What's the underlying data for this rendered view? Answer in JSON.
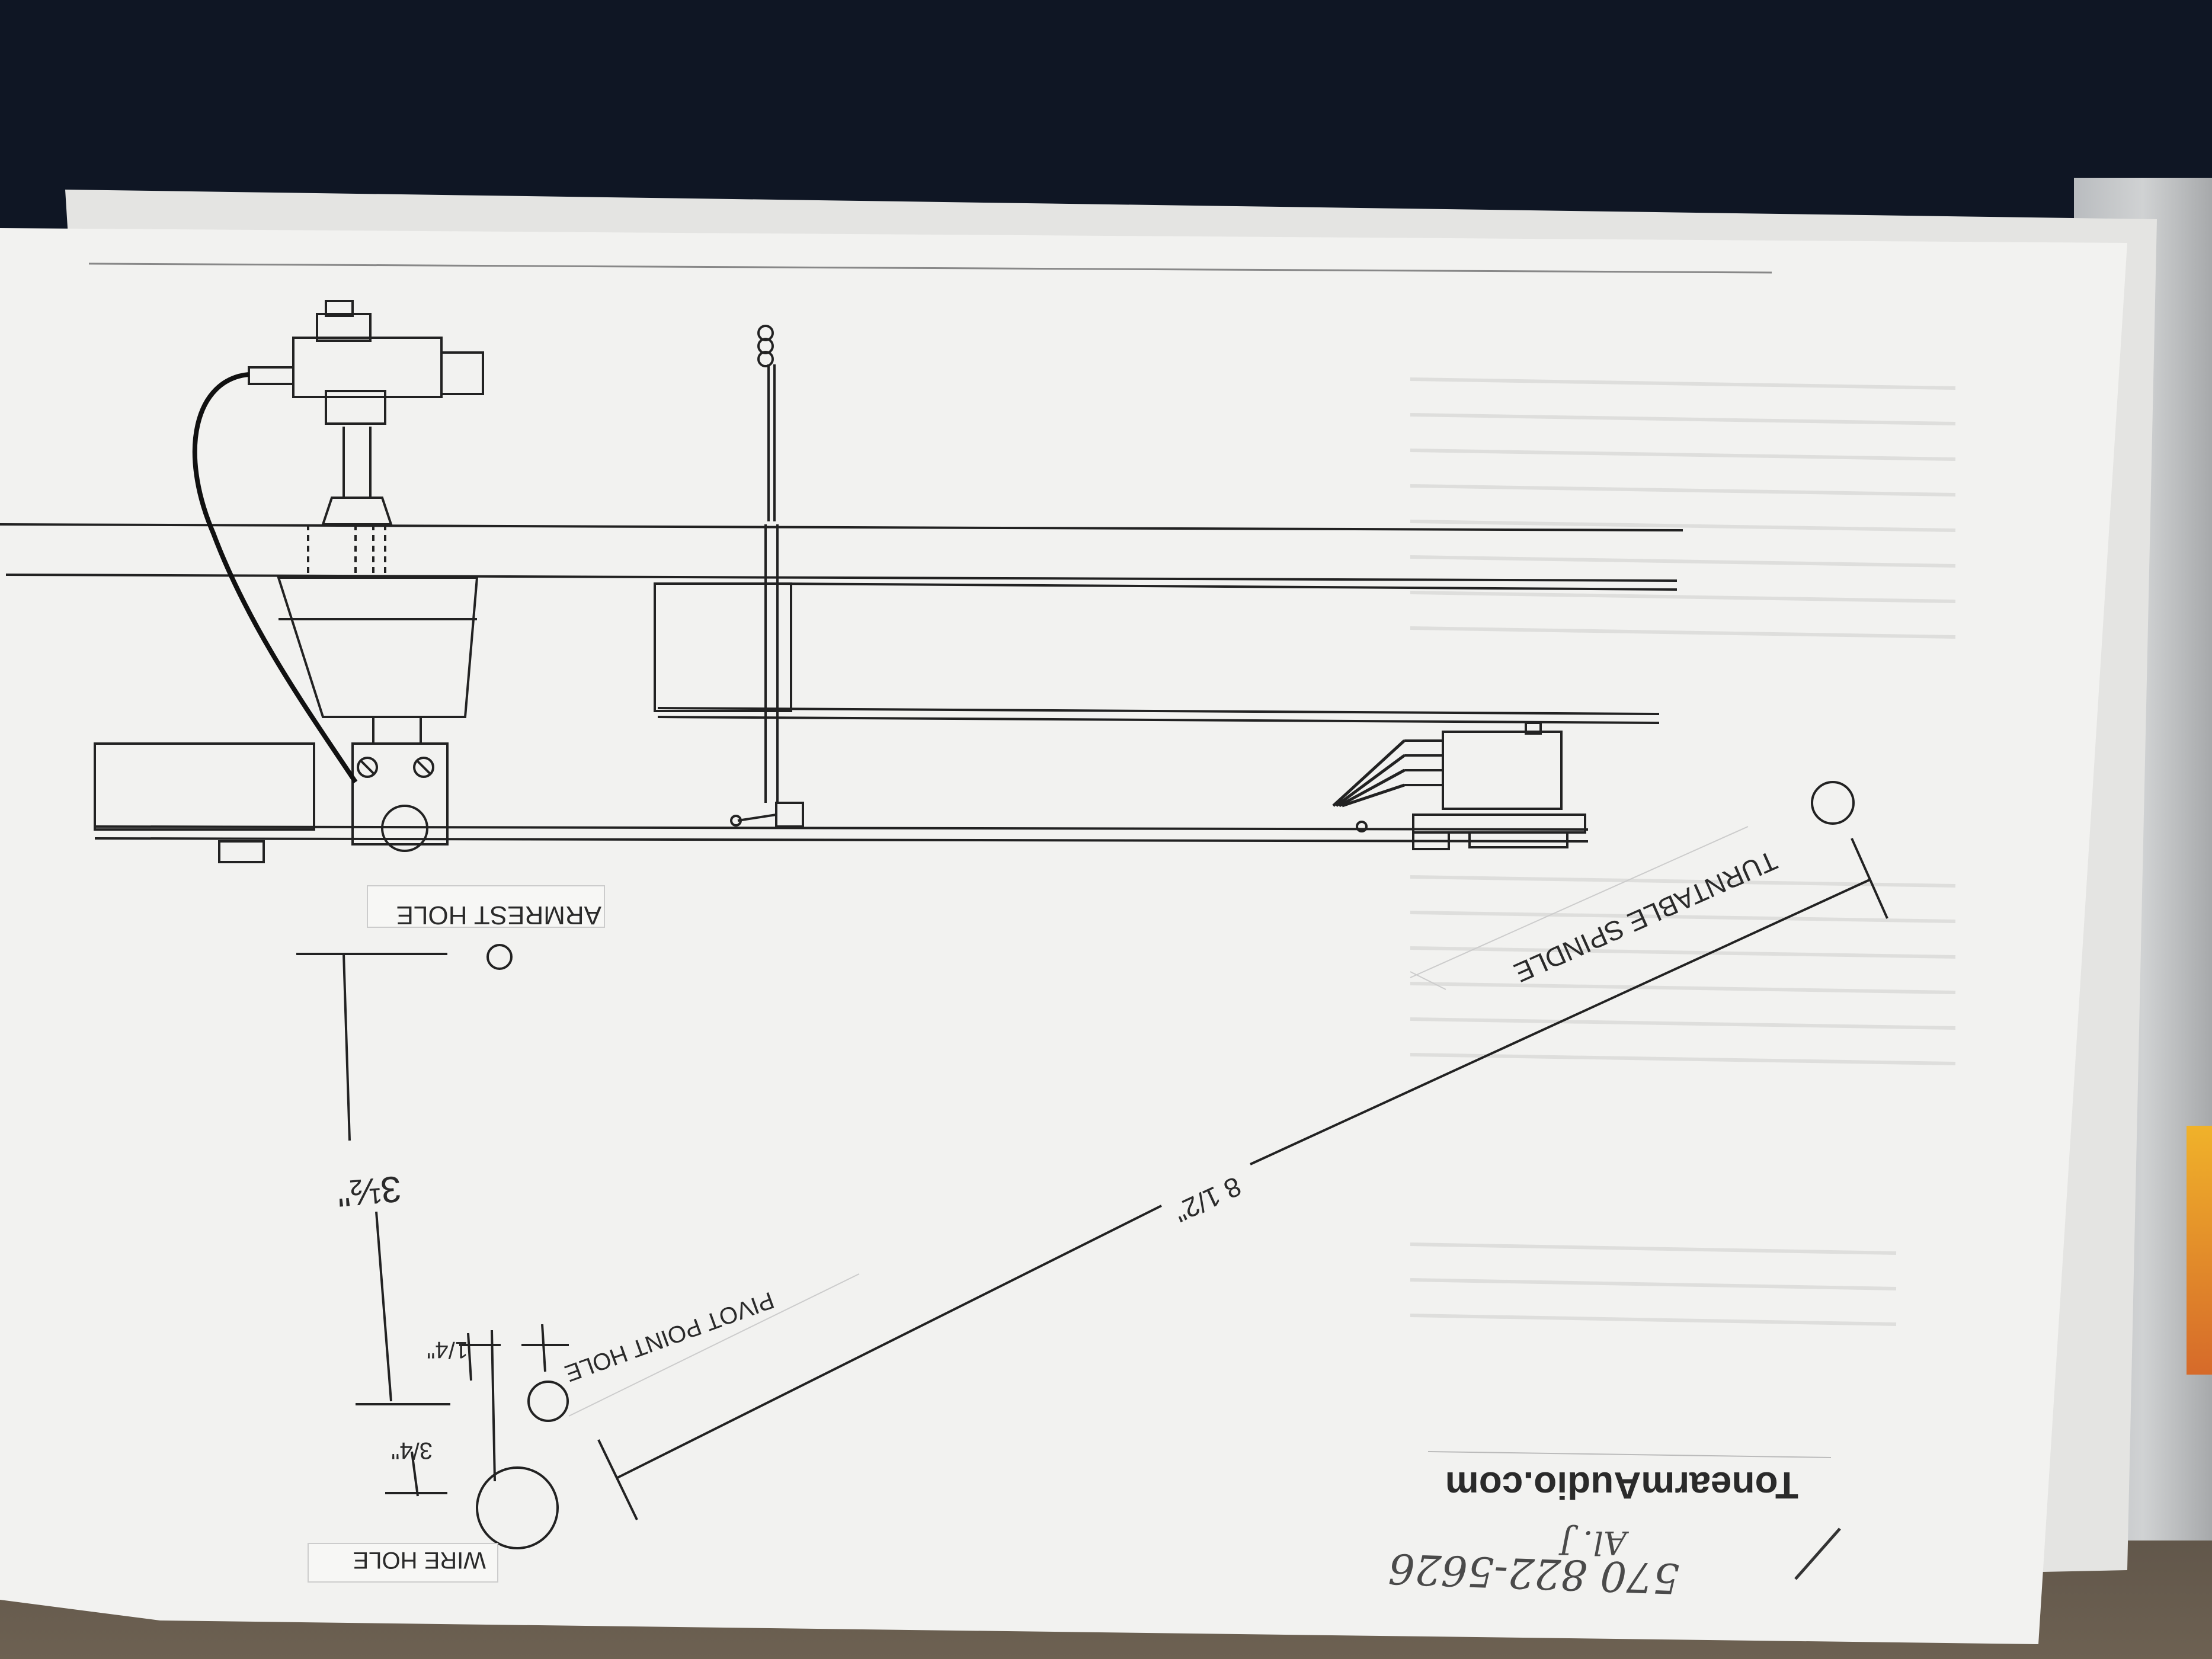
{
  "labels": {
    "armrest_hole": "ARMREST HOLE",
    "turntable_spindle": "TURNTABLE SPINDLE",
    "pivot_point_hole": "PIVOT POINT HOLE",
    "wire_hole": "WIRE HOLE",
    "dim_three_half": "3½\"",
    "dim_eight_half": "8 1/2\"",
    "dim_quarter": "1/4\"",
    "dim_three_quarter": "3/4\"",
    "brand": "TonearmAudio.com",
    "handwritten_phone": "570 822-5626",
    "handwritten_note": "Al. J"
  },
  "colors": {
    "paper": "#f3f3f1",
    "paper_back": "#e6e6e4",
    "ink": "#2a2a2a",
    "jacket": "#0f1624"
  }
}
